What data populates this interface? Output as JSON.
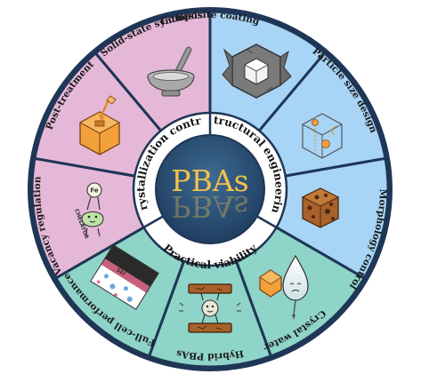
{
  "center": {
    "title": "PBAs"
  },
  "inner_ring": {
    "structural": "Structural engineering",
    "practical": "Practical viability",
    "crystallization": "Crystallization control"
  },
  "segments": {
    "composite": "Composite coating",
    "particle": "Particle size design",
    "morphology": "Morphology control",
    "water": "Crystal water",
    "hybrid": "Hybrid PBAs",
    "fullcell": "Full-cell performance",
    "vacancy": "Vacancy regulation",
    "post": "Post-treatment",
    "solid": "Solid-state synthesis"
  },
  "icon_labels": {
    "fe": "Fe",
    "chelator": "CHELATOR",
    "sei": "SEI"
  },
  "colors": {
    "structural_fill": "#a8d4f5",
    "practical_fill": "#8fd4c8",
    "crystallization_fill": "#e5b8d8",
    "rim": "#1f3656",
    "center": "#2a4f73",
    "accent_gold": "#f2c24a"
  }
}
